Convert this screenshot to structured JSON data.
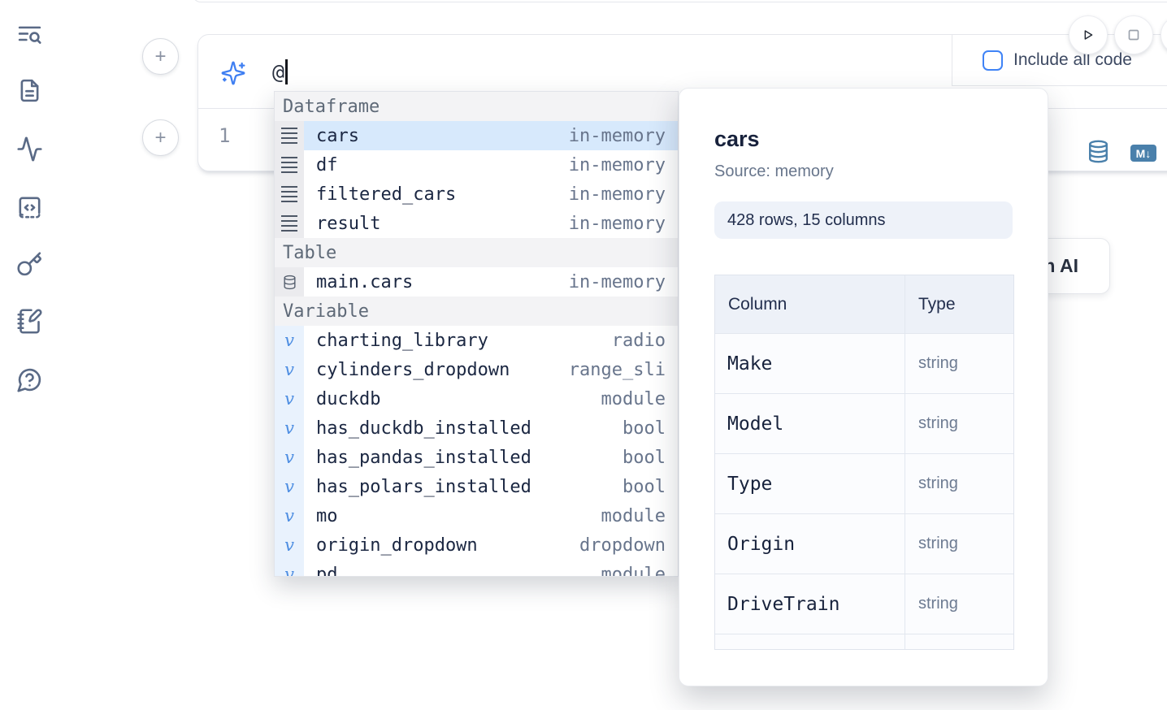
{
  "sidebar": {
    "icons": [
      {
        "name": "text-search-icon"
      },
      {
        "name": "file-document-icon"
      },
      {
        "name": "activity-icon"
      },
      {
        "name": "code-square-icon"
      },
      {
        "name": "key-icon"
      },
      {
        "name": "notebook-pen-icon"
      },
      {
        "name": "help-chat-icon"
      }
    ]
  },
  "colors": {
    "accent_blue": "#3f83f6",
    "steel_blue": "#4a80ab",
    "selected_row_bg": "#d7e9fc",
    "variable_gutter_bg": "#e9f2fd"
  },
  "ai_input": {
    "value": "@",
    "include_all_code": {
      "label": "Include all code",
      "checked": false
    }
  },
  "controls": {
    "run_button": "play",
    "stop_button": "stop"
  },
  "code_cell": {
    "line_number": "1"
  },
  "generate_ai_button": {
    "label": "Generate with AI"
  },
  "completion_menu": {
    "sections": [
      {
        "label": "Dataframe",
        "icon": "dataframe-icon",
        "items": [
          {
            "label": "cars",
            "type": "in-memory",
            "selected": true
          },
          {
            "label": "df",
            "type": "in-memory"
          },
          {
            "label": "filtered_cars",
            "type": "in-memory"
          },
          {
            "label": "result",
            "type": "in-memory"
          }
        ]
      },
      {
        "label": "Table",
        "icon": "table-icon",
        "items": [
          {
            "label": "main.cars",
            "type": "in-memory"
          }
        ]
      },
      {
        "label": "Variable",
        "icon": "variable-icon",
        "items": [
          {
            "label": "charting_library",
            "type": "radio"
          },
          {
            "label": "cylinders_dropdown",
            "type": "range_sli"
          },
          {
            "label": "duckdb",
            "type": "module"
          },
          {
            "label": "has_duckdb_installed",
            "type": "bool"
          },
          {
            "label": "has_pandas_installed",
            "type": "bool"
          },
          {
            "label": "has_polars_installed",
            "type": "bool"
          },
          {
            "label": "mo",
            "type": "module"
          },
          {
            "label": "origin_dropdown",
            "type": "dropdown"
          },
          {
            "label": "pd",
            "type": "module"
          }
        ]
      }
    ]
  },
  "preview": {
    "title": "cars",
    "source_label": "Source: memory",
    "shape_badge": "428 rows, 15 columns",
    "table": {
      "headers": [
        "Column",
        "Type"
      ],
      "rows": [
        {
          "column": "Make",
          "type": "string"
        },
        {
          "column": "Model",
          "type": "string"
        },
        {
          "column": "Type",
          "type": "string"
        },
        {
          "column": "Origin",
          "type": "string"
        },
        {
          "column": "DriveTrain",
          "type": "string"
        },
        {
          "column": "",
          "type": ""
        }
      ]
    }
  }
}
